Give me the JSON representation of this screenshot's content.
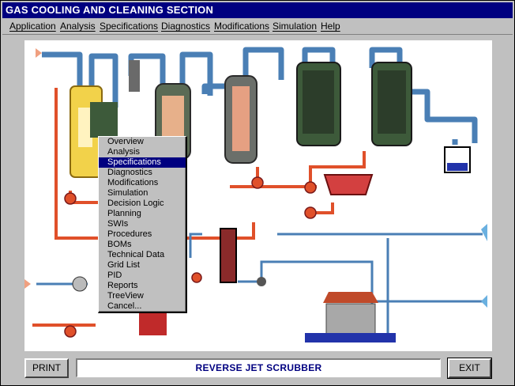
{
  "window": {
    "title": "GAS COOLING AND CLEANING SECTION"
  },
  "menu": [
    {
      "label": "Application"
    },
    {
      "label": "Analysis"
    },
    {
      "label": "Specifications"
    },
    {
      "label": "Diagnostics"
    },
    {
      "label": "Modifications"
    },
    {
      "label": "Simulation"
    },
    {
      "label": "Help"
    }
  ],
  "context_menu": {
    "selected_index": 2,
    "items": [
      "Overview",
      "Analysis",
      "Specifications",
      "Diagnostics",
      "Modifications",
      "Simulation",
      "Decision Logic",
      "Planning",
      "SWIs",
      "Procedures",
      "BOMs",
      "Technical Data",
      "Grid List",
      "PID",
      "Reports",
      "TreeView",
      "Cancel..."
    ]
  },
  "footer": {
    "print_label": "PRINT",
    "status_text": "REVERSE JET SCRUBBER",
    "exit_label": "EXIT"
  },
  "colors": {
    "pipe_blue": "#4a7fb5",
    "pipe_red": "#e0502a",
    "vessel_dark": "#3d5a3a",
    "vessel_yellow": "#f2d24a",
    "water_blue": "#2233aa"
  }
}
